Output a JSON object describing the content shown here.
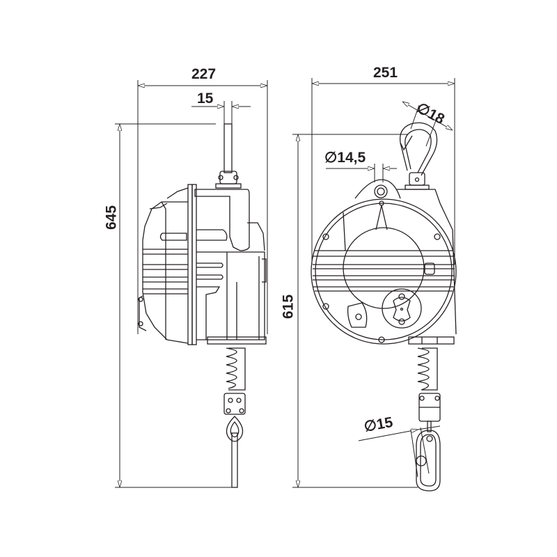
{
  "drawing": {
    "title": "Spring balancer dimensional drawing",
    "views": [
      {
        "name": "side-view",
        "label": ""
      },
      {
        "name": "front-view",
        "label": ""
      }
    ],
    "colors": {
      "line": "#231f20",
      "background": "#ffffff"
    }
  },
  "dimensions": {
    "side_width": "227",
    "side_cable_width": "15",
    "side_height": "645",
    "front_width": "251",
    "front_hook_diameter": "∅18",
    "front_hook_opening": "∅14,5",
    "front_height": "615",
    "front_carabiner_diameter": "∅15"
  }
}
